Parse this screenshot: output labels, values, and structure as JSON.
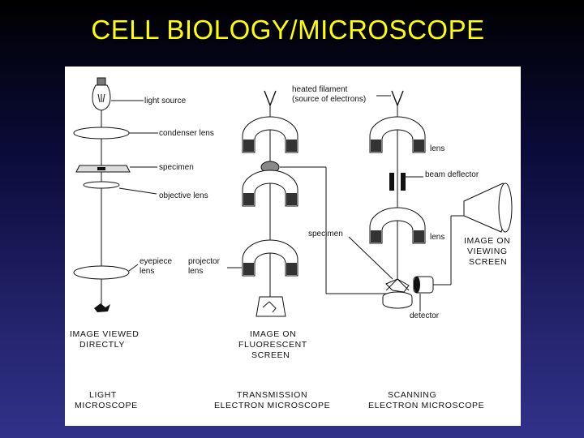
{
  "slide": {
    "title": "CELL BIOLOGY/MICROSCOPE"
  },
  "diagram": {
    "labels": {
      "light_source": "light source",
      "condenser_lens": "condenser lens",
      "specimen_light": "specimen",
      "objective_lens": "objective lens",
      "eyepiece_lens_1": "eyepiece",
      "eyepiece_lens_2": "lens",
      "projector_lens_1": "projector",
      "projector_lens_2": "lens",
      "heated_filament_1": "heated filament",
      "heated_filament_2": "(source of electrons)",
      "lens_sem_upper": "lens",
      "beam_deflector": "beam deflector",
      "specimen_sem": "specimen",
      "lens_sem_lower": "lens",
      "detector": "detector",
      "image_viewing_1": "IMAGE ON",
      "image_viewing_2": "VIEWING",
      "image_viewing_3": "SCREEN",
      "image_direct_1": "IMAGE VIEWED",
      "image_direct_2": "DIRECTLY",
      "image_fluor_1": "IMAGE ON",
      "image_fluor_2": "FLUORESCENT",
      "image_fluor_3": "SCREEN"
    },
    "captions": {
      "light_1": "LIGHT",
      "light_2": "MICROSCOPE",
      "tem_1": "TRANSMISSION",
      "tem_2": "ELECTRON MICROSCOPE",
      "sem_1": "SCANNING",
      "sem_2": "ELECTRON MICROSCOPE"
    }
  }
}
